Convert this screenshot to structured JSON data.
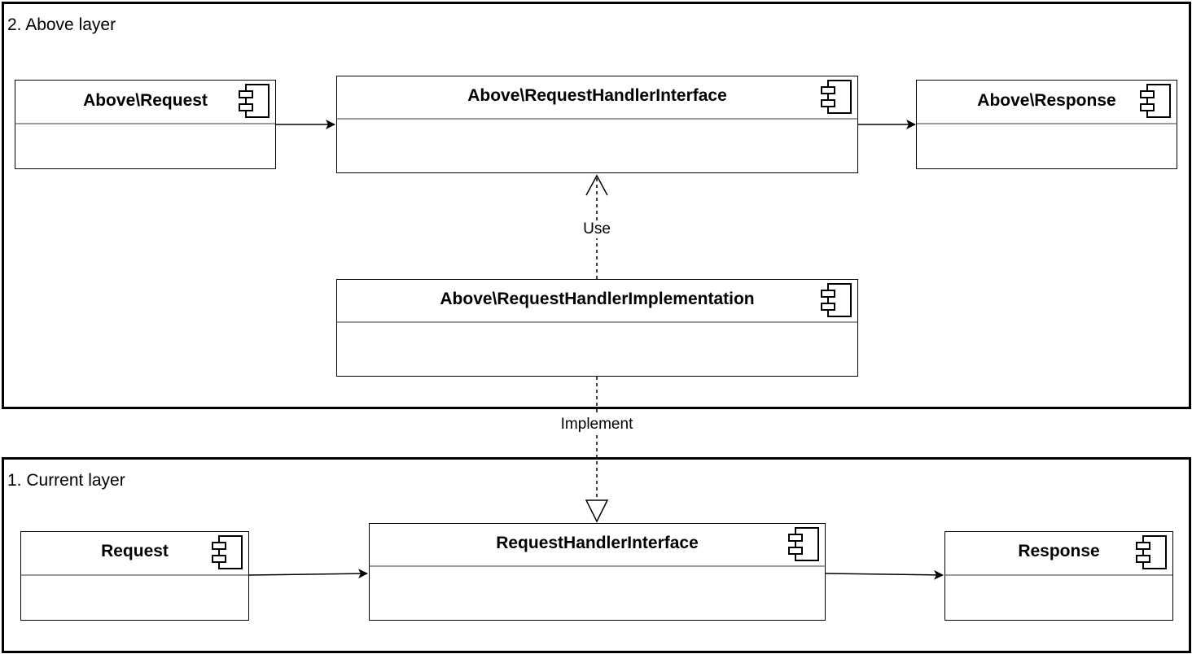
{
  "layers": {
    "above": {
      "title": "2. Above layer"
    },
    "current": {
      "title": "1. Current layer"
    }
  },
  "components": {
    "above_request": {
      "name": "Above\\Request",
      "icon": "component-icon"
    },
    "above_handler_interface": {
      "name": "Above\\RequestHandlerInterface",
      "icon": "component-icon"
    },
    "above_response": {
      "name": "Above\\Response",
      "icon": "component-icon"
    },
    "above_handler_implementation": {
      "name": "Above\\RequestHandlerImplementation",
      "icon": "component-icon"
    },
    "request": {
      "name": "Request",
      "icon": "component-icon"
    },
    "handler_interface": {
      "name": "RequestHandlerInterface",
      "icon": "component-icon"
    },
    "response": {
      "name": "Response",
      "icon": "component-icon"
    }
  },
  "edges": {
    "use": {
      "label": "Use",
      "from": "Above\\RequestHandlerImplementation",
      "to": "Above\\RequestHandlerInterface",
      "style": "dashed",
      "arrow": "open"
    },
    "implement": {
      "label": "Implement",
      "from": "Above\\RequestHandlerImplementation",
      "to": "RequestHandlerInterface",
      "style": "dashed",
      "arrow": "hollow-triangle"
    },
    "above_request_to_handler": {
      "from": "Above\\Request",
      "to": "Above\\RequestHandlerInterface",
      "style": "solid",
      "arrow": "filled"
    },
    "above_handler_to_response": {
      "from": "Above\\RequestHandlerInterface",
      "to": "Above\\Response",
      "style": "solid",
      "arrow": "filled"
    },
    "request_to_handler": {
      "from": "Request",
      "to": "RequestHandlerInterface",
      "style": "solid",
      "arrow": "filled"
    },
    "handler_to_response": {
      "from": "RequestHandlerInterface",
      "to": "Response",
      "style": "solid",
      "arrow": "filled"
    }
  }
}
